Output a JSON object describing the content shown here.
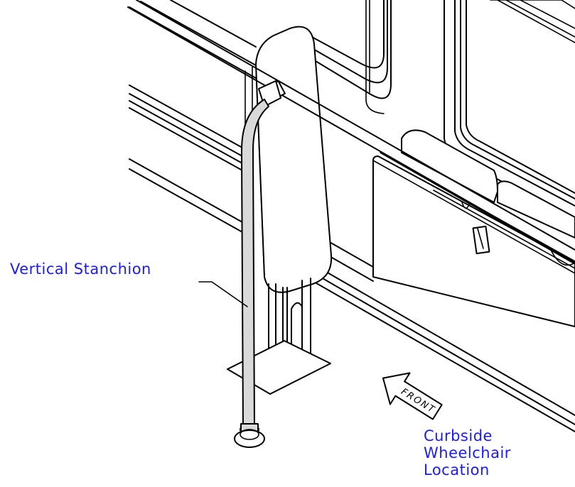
{
  "labels": {
    "stanchion": "Vertical Stanchion",
    "curbside_line1": "Curbside",
    "curbside_line2": "Wheelchair",
    "curbside_line3": "Location"
  },
  "arrow": {
    "text": "FRONT"
  },
  "colors": {
    "label_text": "#1a1aff",
    "line": "#000000",
    "stanchion_fill": "#d9d9d9",
    "background": "#ffffff"
  }
}
